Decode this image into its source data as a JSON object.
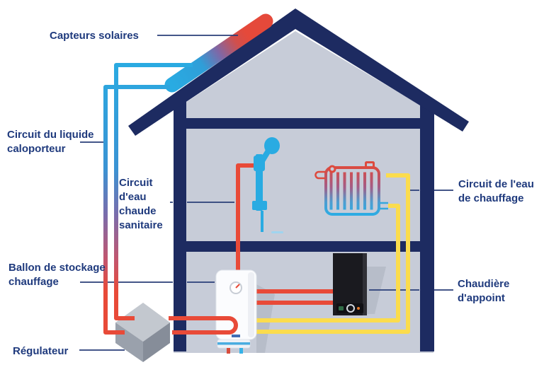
{
  "diagram": {
    "kind": "schematic",
    "subject": "Installation solaire thermique dans une maison",
    "components": [
      "capteurs solaires",
      "circuit du liquide caloporteur",
      "circuit d'eau chaude sanitaire",
      "ballon de stockage chauffage",
      "régulateur",
      "circuit de l'eau de chauffage",
      "chaudière d'appoint",
      "douche",
      "radiateur",
      "maison"
    ]
  },
  "labels": {
    "capteurs_solaires": "Capteurs solaires",
    "circuit_caloporteur": "Circuit du liquide caloporteur",
    "circuit_ecs": "Circuit d'eau chaude sanitaire",
    "ballon_stockage": "Ballon de stockage chauffage",
    "regulateur": "Régulateur",
    "circuit_chauffage": "Circuit de l'eau de chauffage",
    "chaudiere_appoint": "Chaudière d'appoint"
  },
  "colors": {
    "navy": "#1d2b61",
    "label": "#1f3a7d",
    "pointer": "#2a3e78",
    "interior": "#c7ccd8",
    "cyan": "#29abe2",
    "red": "#e84a38",
    "yellow": "#fbdc4d",
    "shadow": "#aab0bd",
    "cube_top": "#c3c8cf",
    "cube_left": "#9aa1ac",
    "cube_right": "#868d99",
    "tank_white": "#fbfcfe",
    "boiler_black": "#1a1a1f"
  }
}
